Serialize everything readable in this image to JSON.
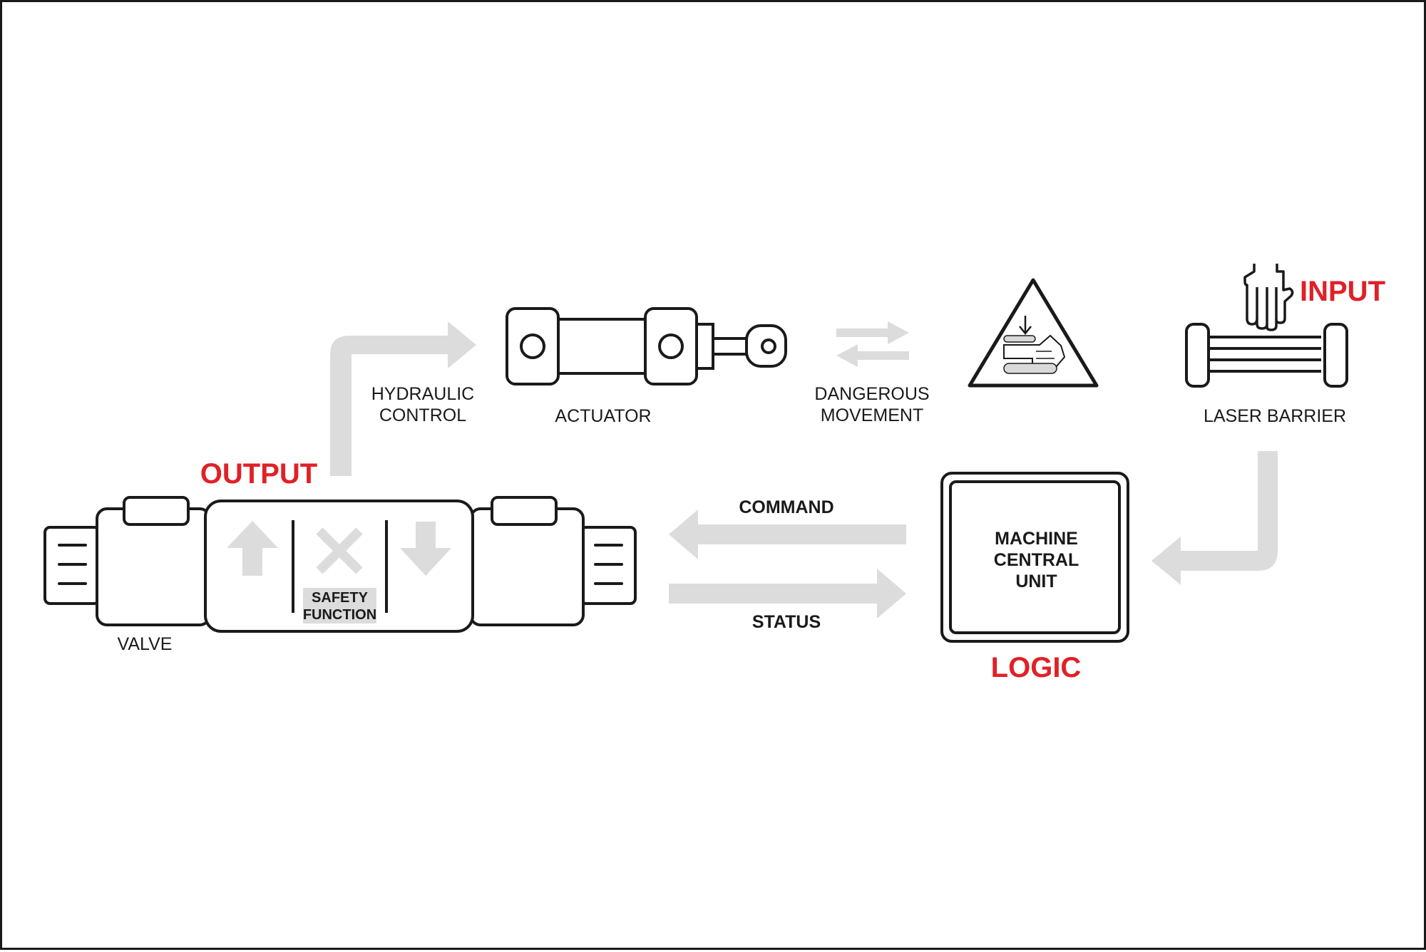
{
  "stages": {
    "output": "OUTPUT",
    "input": "INPUT",
    "logic": "LOGIC"
  },
  "components": {
    "valve": "VALVE",
    "safety_function": [
      "SAFETY",
      "FUNCTION"
    ],
    "hydraulic_control": [
      "HYDRAULIC",
      "CONTROL"
    ],
    "actuator": "ACTUATOR",
    "dangerous_movement": [
      "DANGEROUS",
      "MOVEMENT"
    ],
    "laser_barrier": "LASER BARRIER",
    "machine_central_unit": [
      "MACHINE",
      "CENTRAL",
      "UNIT"
    ]
  },
  "signals": {
    "command": "COMMAND",
    "status": "STATUS"
  },
  "colors": {
    "accent": "#e02127",
    "flow_arrow": "#dcdcdc",
    "outline": "#1a1a1a"
  },
  "icons": [
    "arrow-up-icon",
    "cross-icon",
    "arrow-down-icon",
    "hand-icon",
    "crush-hazard-warning-icon"
  ]
}
